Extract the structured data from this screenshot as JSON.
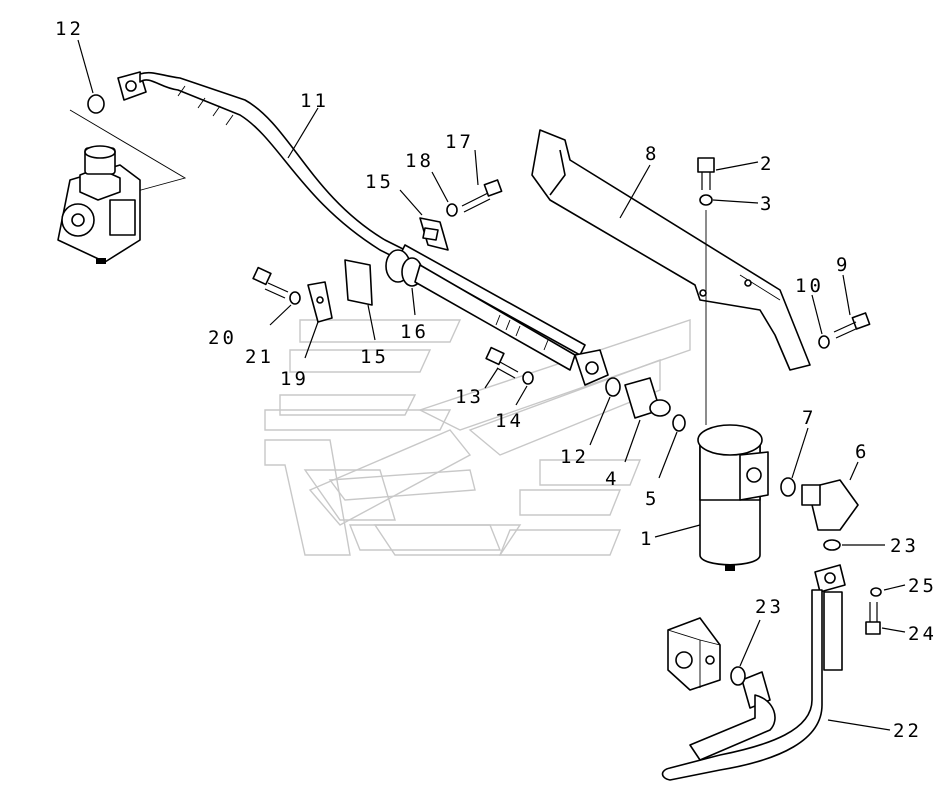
{
  "callouts": {
    "c12a": "12",
    "c11": "11",
    "c17": "17",
    "c18": "18",
    "c15a": "15",
    "c8": "8",
    "c2": "2",
    "c3": "3",
    "c10": "10",
    "c9": "9",
    "c20": "20",
    "c21": "21",
    "c19": "19",
    "c16": "16",
    "c15b": "15",
    "c13": "13",
    "c14": "14",
    "c12b": "12",
    "c4": "4",
    "c5": "5",
    "c7": "7",
    "c6": "6",
    "c1": "1",
    "c23a": "23",
    "c25": "25",
    "c24": "24",
    "c23b": "23",
    "c22": "22"
  }
}
